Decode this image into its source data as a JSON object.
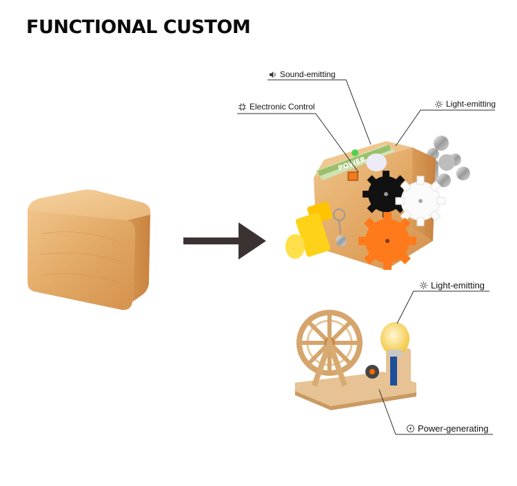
{
  "title": "FUNCTIONAL CUSTOM",
  "callouts": {
    "sound": {
      "text": "Sound-emitting",
      "icon": "speaker-icon"
    },
    "electronic": {
      "text": "Electronic Control",
      "icon": "chip-icon"
    },
    "light_top": {
      "text": "Light-emitting",
      "icon": "sun-icon"
    },
    "light_bottom": {
      "text": "Light-emitting",
      "icon": "sun-icon"
    },
    "power": {
      "text": "Power-generating",
      "icon": "lightning-icon"
    }
  },
  "product": {
    "panel_text": "POWER"
  }
}
